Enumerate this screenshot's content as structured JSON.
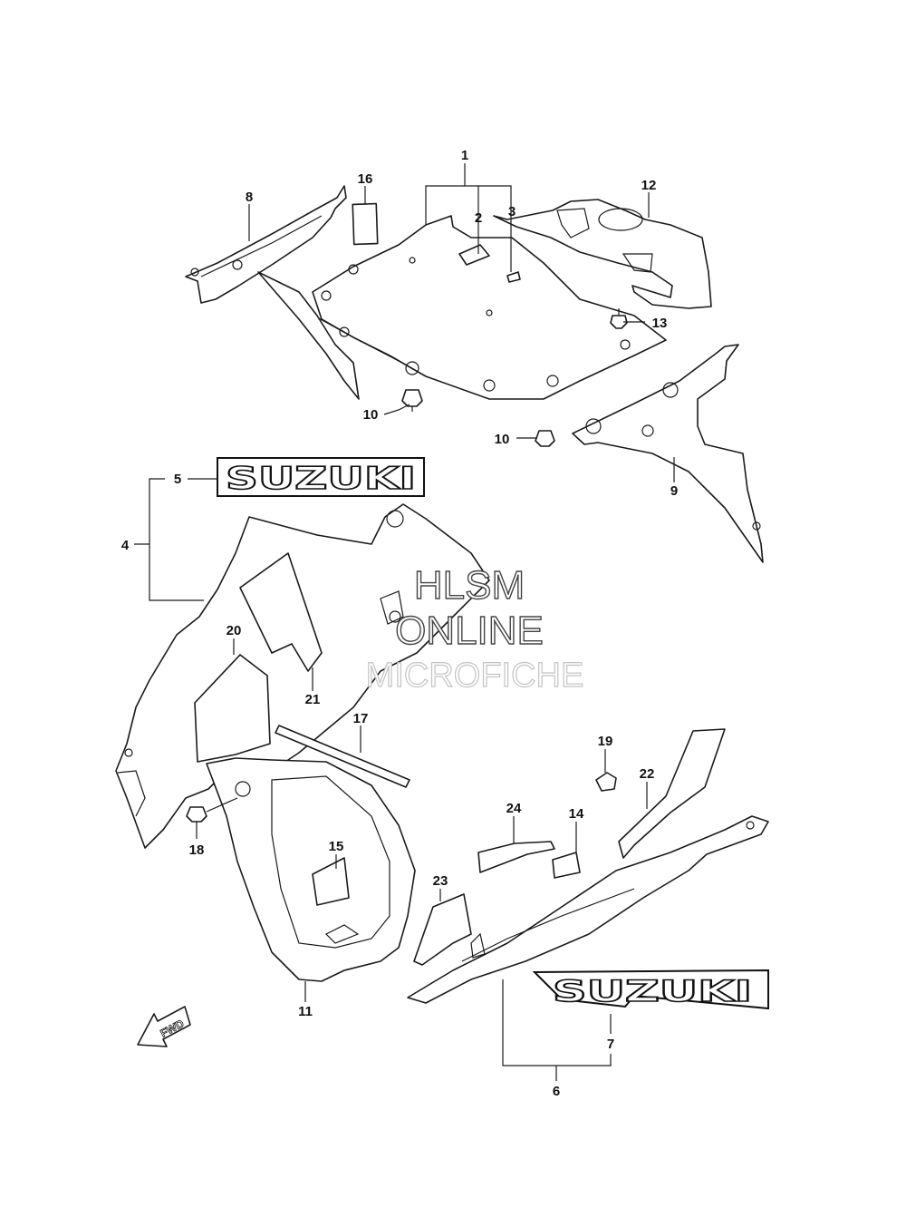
{
  "watermark": {
    "line1": "HLSM",
    "line2": "ONLINE",
    "line3": "MICROFICHE"
  },
  "emblems": {
    "upper": "SUZUKI",
    "lower": "SUZUKI"
  },
  "fwd_label": "FWD",
  "callouts": {
    "c1": "1",
    "c2": "2",
    "c3": "3",
    "c4": "4",
    "c5": "5",
    "c6": "6",
    "c7": "7",
    "c8": "8",
    "c9": "9",
    "c10a": "10",
    "c10b": "10",
    "c11": "11",
    "c12": "12",
    "c13": "13",
    "c14": "14",
    "c15": "15",
    "c16": "16",
    "c17": "17",
    "c18": "18",
    "c19": "19",
    "c20": "20",
    "c21": "21",
    "c22": "22",
    "c23": "23",
    "c24": "24"
  }
}
